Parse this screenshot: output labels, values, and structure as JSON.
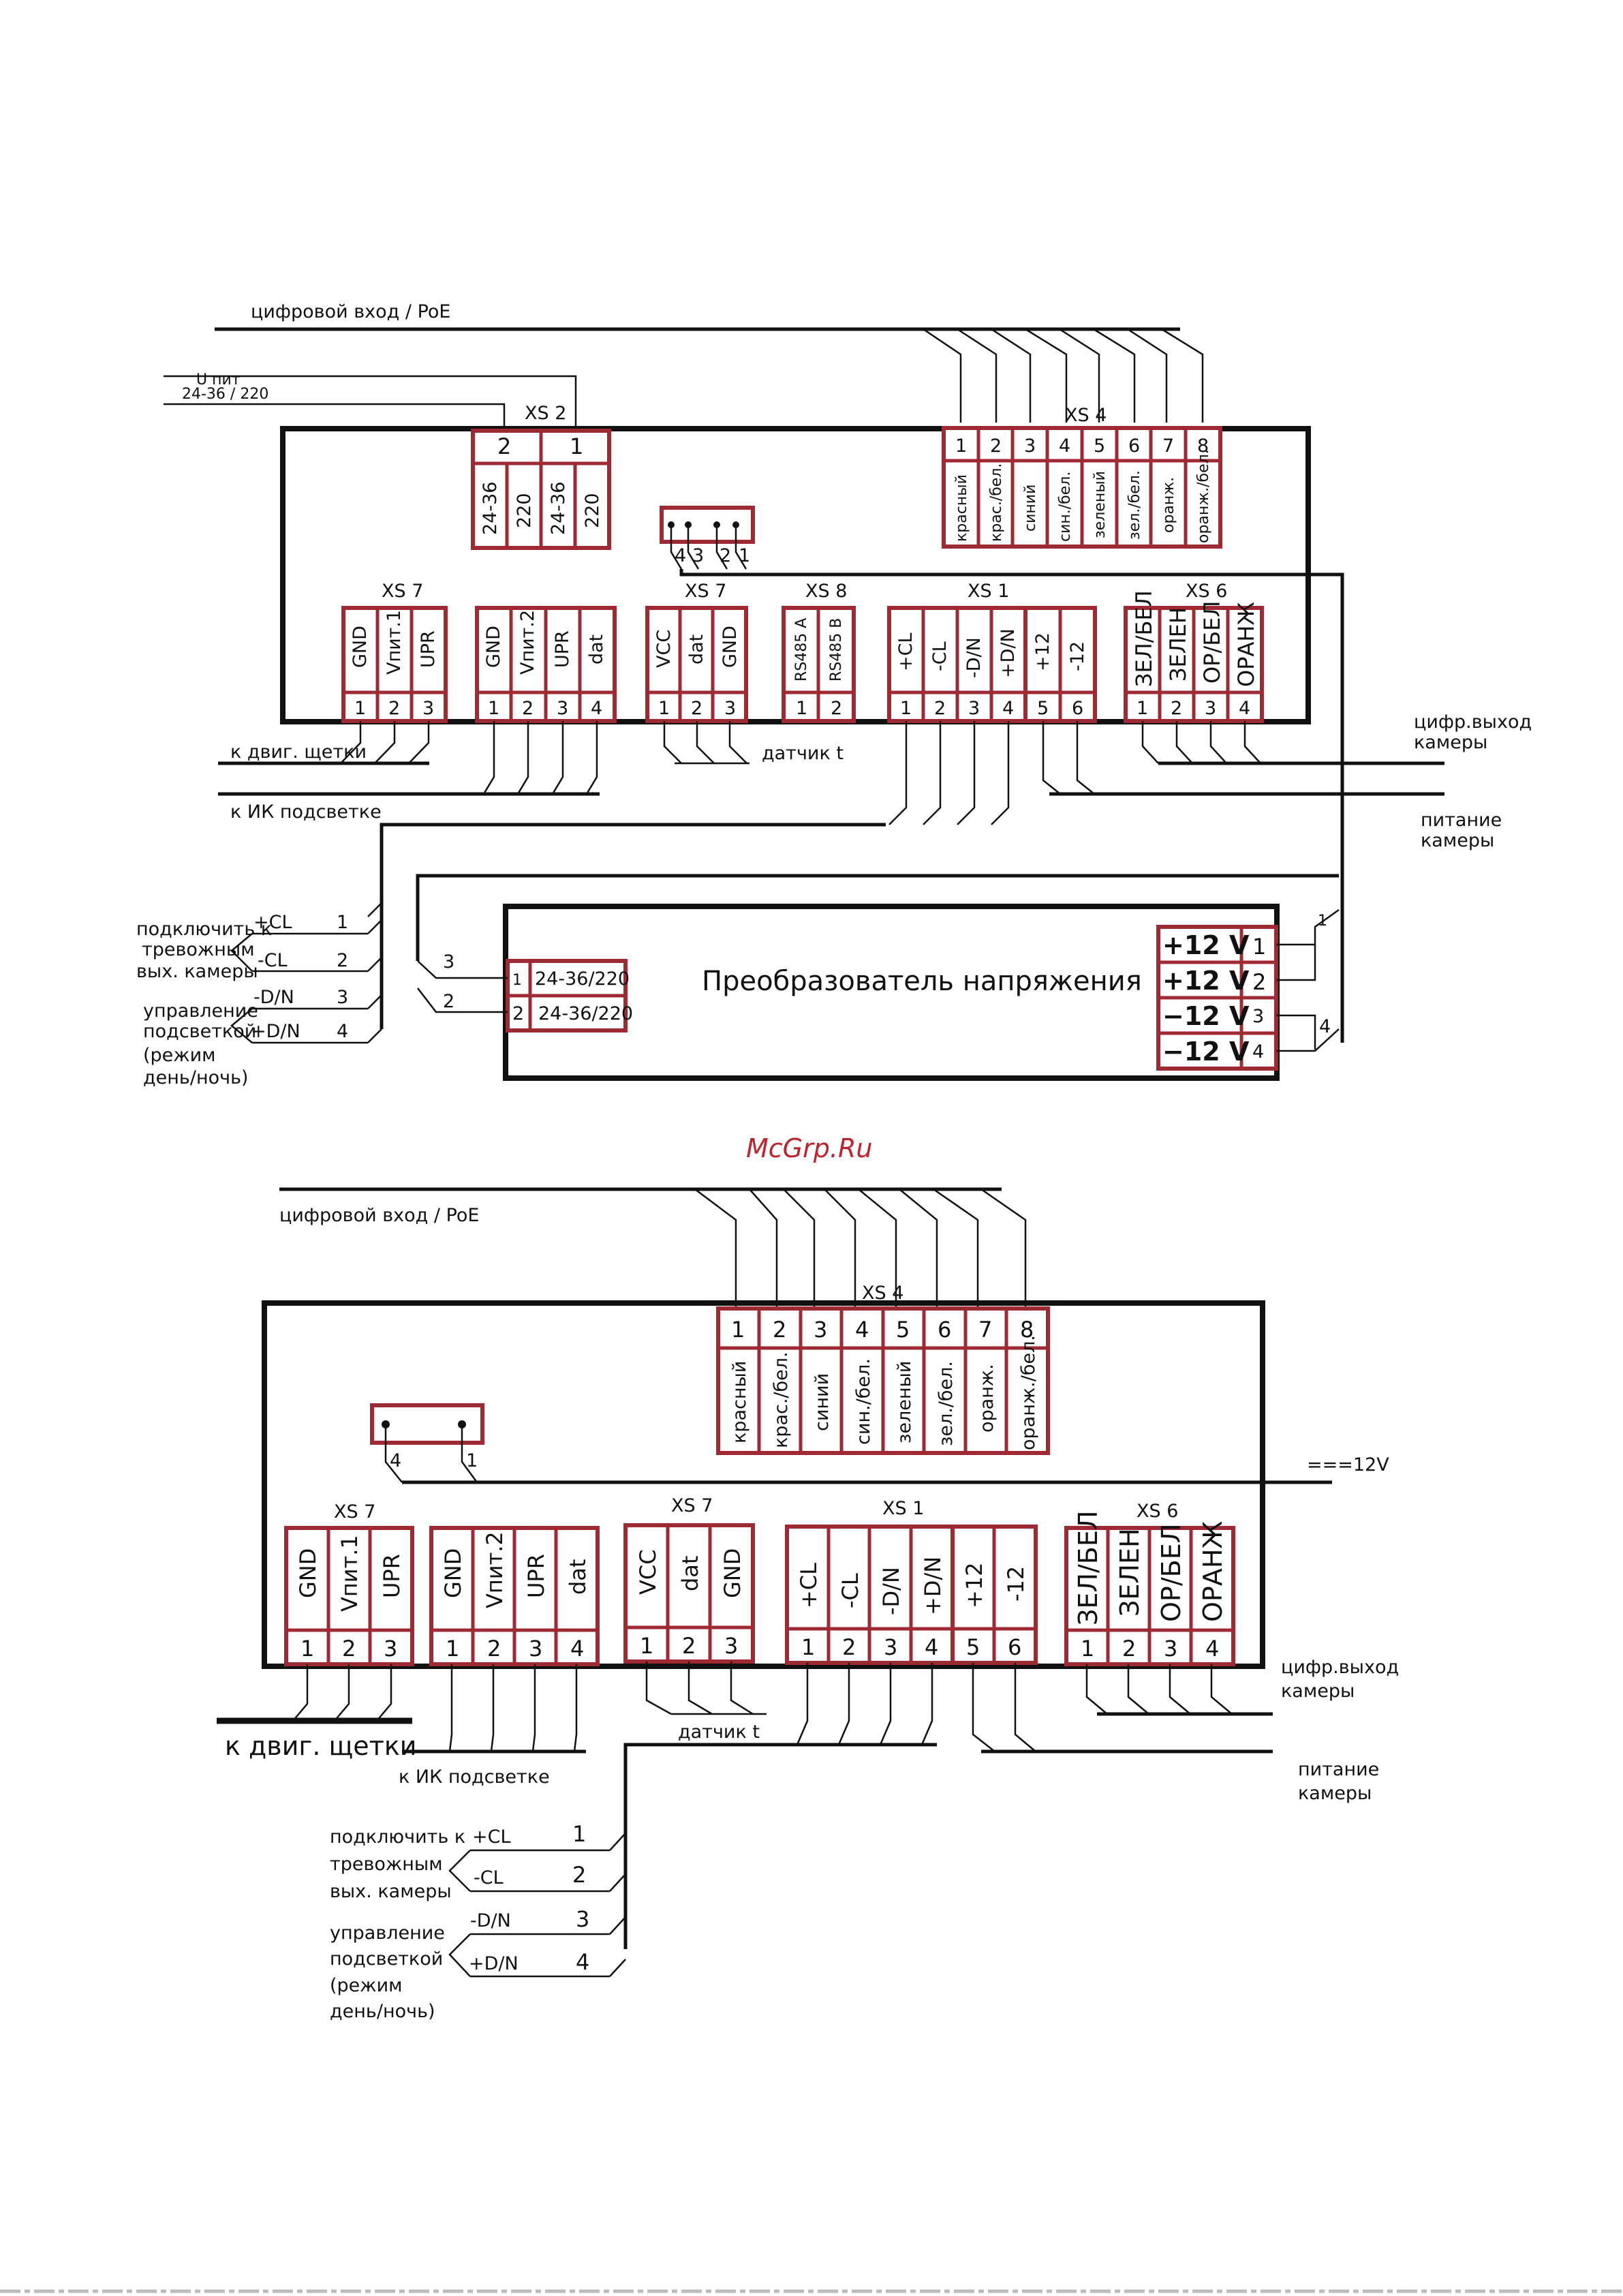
{
  "watermark": "McGrp.Ru",
  "top": {
    "digital_input": "цифровой вход / PoE",
    "u_pit": "U пит",
    "u_range": "24-36 / 220",
    "xs2": {
      "title": "XS 2",
      "pins": [
        "2",
        "1"
      ],
      "labels": [
        "24-36",
        "220",
        "24-36",
        "220"
      ]
    },
    "jumper_pins": [
      "4",
      "3",
      "2",
      "1"
    ],
    "xs4": {
      "title": "XS 4",
      "pins": [
        "1",
        "2",
        "3",
        "4",
        "5",
        "6",
        "7",
        "8"
      ],
      "labels": [
        "красный",
        "крас./бел.",
        "синий",
        "син./бел.",
        "зеленый",
        "зел./бел.",
        "оранж.",
        "оранж./бел."
      ]
    },
    "xs7a": {
      "title": "XS 7",
      "labels": [
        "GND",
        "Vпит.1",
        "UPR"
      ],
      "pins": [
        "1",
        "2",
        "3"
      ]
    },
    "xs7b": {
      "labels": [
        "GND",
        "Vпит.2",
        "UPR",
        "dat"
      ],
      "pins": [
        "1",
        "2",
        "3",
        "4"
      ]
    },
    "xs7c": {
      "title": "XS 7",
      "labels": [
        "VCC",
        "dat",
        "GND"
      ],
      "pins": [
        "1",
        "2",
        "3"
      ]
    },
    "xs8": {
      "title": "XS 8",
      "labels": [
        "RS485 A",
        "RS485 B"
      ],
      "pins": [
        "1",
        "2"
      ]
    },
    "xs1": {
      "title": "XS 1",
      "labels": [
        "+CL",
        "-CL",
        "-D/N",
        "+D/N",
        "+12",
        "-12"
      ],
      "pins": [
        "1",
        "2",
        "3",
        "4",
        "5",
        "6"
      ]
    },
    "xs6": {
      "title": "XS 6",
      "labels": [
        "ЗЕЛ/БЕЛ",
        "ЗЕЛЕН",
        "ОР/БЕЛ",
        "ОРАНЖ"
      ],
      "pins": [
        "1",
        "2",
        "3",
        "4"
      ]
    },
    "brush_motor": "к двиг. щетки",
    "ir_light": "к ИК подсветке",
    "temp_sensor": "датчик t",
    "cam_digital_out": [
      "цифр.выход",
      "камеры"
    ],
    "cam_power": [
      "питание",
      "камеры"
    ],
    "alarm_label": [
      "подключить к",
      "тревожным",
      "вых. камеры"
    ],
    "light_control": [
      "управление",
      "подсветкой",
      "(режим",
      "день/ночь)"
    ],
    "left_wires": [
      {
        "sig": "+CL",
        "num": "1"
      },
      {
        "sig": "-CL",
        "num": "2"
      },
      {
        "sig": "-D/N",
        "num": "3"
      },
      {
        "sig": "+D/N",
        "num": "4"
      }
    ],
    "converter": {
      "title": "Преобразователь напряжения",
      "inputs": [
        {
          "pin": "1",
          "label": "24-36/220"
        },
        {
          "pin": "2",
          "label": "24-36/220"
        }
      ],
      "input_wires": [
        "3",
        "2"
      ],
      "outputs": [
        {
          "v": "+12 V",
          "pin": "1"
        },
        {
          "v": "+12 V",
          "pin": "2"
        },
        {
          "v": "−12 V",
          "pin": "3"
        },
        {
          "v": "−12 V",
          "pin": "4"
        }
      ],
      "out_wires": [
        "1",
        "4"
      ]
    }
  },
  "bottom": {
    "digital_input": "цифровой вход / PoE",
    "xs4": {
      "title": "XS 4",
      "pins": [
        "1",
        "2",
        "3",
        "4",
        "5",
        "6",
        "7",
        "8"
      ],
      "labels": [
        "красный",
        "крас./бел.",
        "синий",
        "син./бел.",
        "зеленый",
        "зел./бел.",
        "оранж.",
        "оранж./бел."
      ]
    },
    "jumper_pins": [
      "4",
      "1"
    ],
    "dc12": "===12V",
    "xs7a": {
      "title": "XS 7",
      "labels": [
        "GND",
        "Vпит.1",
        "UPR"
      ],
      "pins": [
        "1",
        "2",
        "3"
      ]
    },
    "xs7b": {
      "labels": [
        "GND",
        "Vпит.2",
        "UPR",
        "dat"
      ],
      "pins": [
        "1",
        "2",
        "3",
        "4"
      ]
    },
    "xs7c": {
      "title": "XS 7",
      "labels": [
        "VCC",
        "dat",
        "GND"
      ],
      "pins": [
        "1",
        "2",
        "3"
      ]
    },
    "xs1": {
      "title": "XS 1",
      "labels": [
        "+CL",
        "-CL",
        "-D/N",
        "+D/N",
        "+12",
        "-12"
      ],
      "pins": [
        "1",
        "2",
        "3",
        "4",
        "5",
        "6"
      ]
    },
    "xs6": {
      "title": "XS 6",
      "labels": [
        "ЗЕЛ/БЕЛ",
        "ЗЕЛЕН",
        "ОР/БЕЛ",
        "ОРАНЖ"
      ],
      "pins": [
        "1",
        "2",
        "3",
        "4"
      ]
    },
    "brush_motor": "к двиг. щетки",
    "ir_light": "к ИК подсветке",
    "temp_sensor": "датчик t",
    "cam_digital_out": [
      "цифр.выход",
      "камеры"
    ],
    "cam_power": [
      "питание",
      "камеры"
    ],
    "alarm_label": [
      "подключить к",
      "тревожным",
      "вых. камеры"
    ],
    "light_control": [
      "управление",
      "подсветкой",
      "(режим",
      "день/ночь)"
    ],
    "left_wires": [
      {
        "sig": "+CL",
        "num": "1"
      },
      {
        "sig": "-CL",
        "num": "2"
      },
      {
        "sig": "-D/N",
        "num": "3"
      },
      {
        "sig": "+D/N",
        "num": "4"
      }
    ]
  }
}
